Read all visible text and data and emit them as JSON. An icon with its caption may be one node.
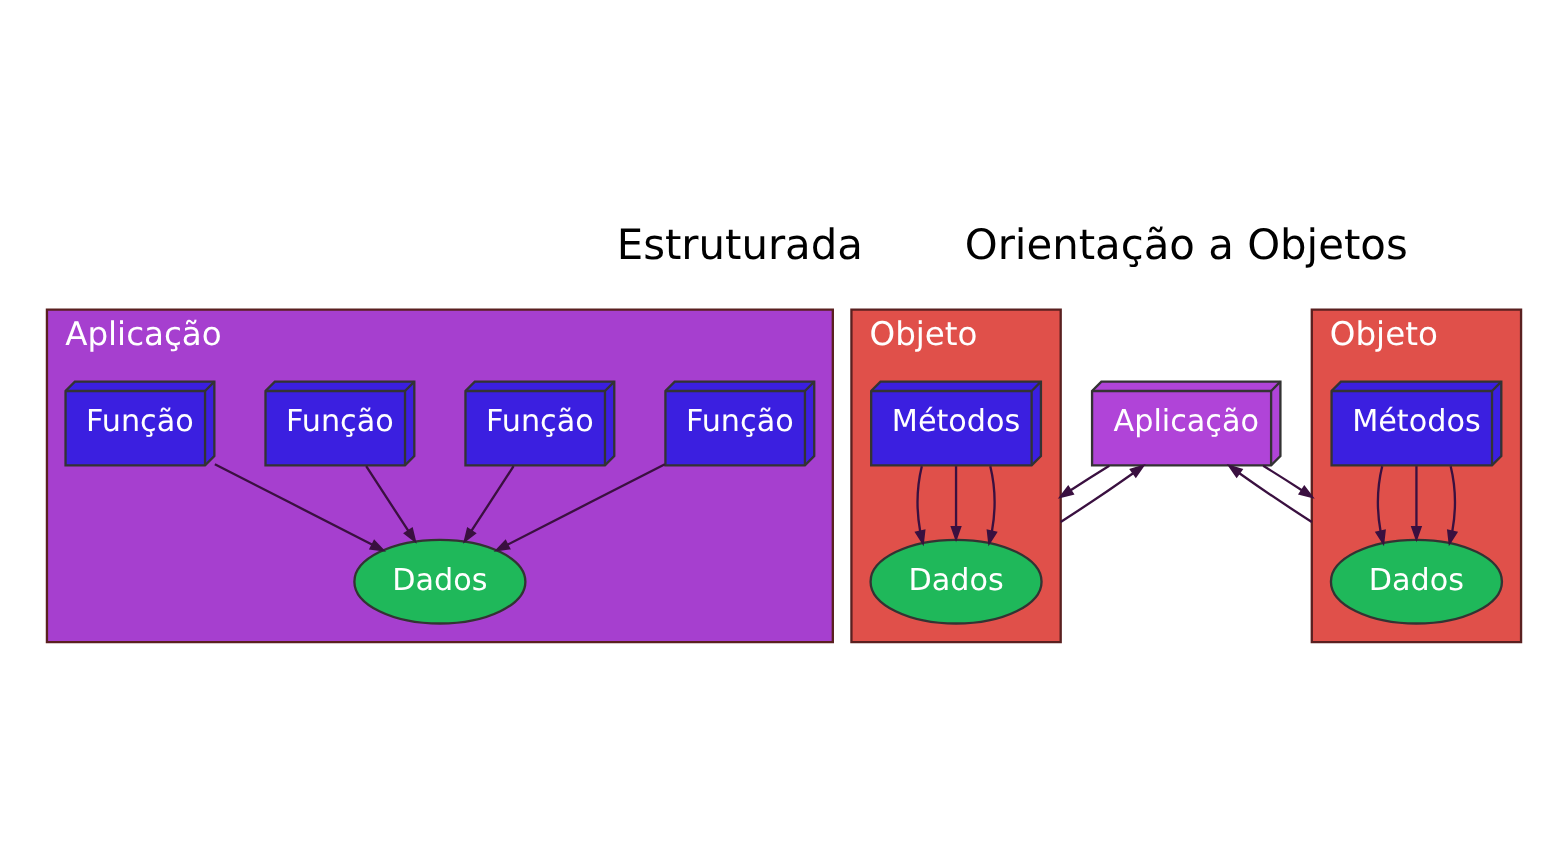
{
  "diagram": {
    "nodes": [
      {
        "text": [
          "Aplicação"
        ]
      },
      {
        "text": [
          "Função"
        ],
        "in": 0
      },
      {
        "text": [
          "Função"
        ],
        "in": 0
      },
      {
        "text": [
          "Função"
        ],
        "in": 0
      },
      {
        "text": [
          "Função"
        ],
        "in": 0
      },
      {
        "text": [
          "Dados"
        ],
        "in": 0
      },
      {
        "text": [
          "Aplicação"
        ]
      },
      {
        "text": [
          "Objeto"
        ]
      },
      {
        "text": [
          "Dados"
        ],
        "in": 7
      },
      {
        "text": [
          "Métodos"
        ],
        "in": 7
      },
      {
        "text": [
          "Objeto"
        ]
      },
      {
        "text": [
          "Dados"
        ],
        "in": 10
      },
      {
        "text": [
          "Métodos"
        ],
        "in": 10
      }
    ],
    "edges": [
      {
        "from": 1,
        "to": 5,
        "arrow": "to"
      },
      {
        "from": 2,
        "to": 5,
        "arrow": "to"
      },
      {
        "from": 3,
        "to": 5,
        "arrow": "to"
      },
      {
        "from": 4,
        "to": 5,
        "arrow": "to"
      },
      {
        "from": 6,
        "to": 7,
        "arrow": "to"
      },
      {
        "from": 7,
        "to": 6,
        "arrow": "to"
      },
      {
        "from": 10,
        "to": 6,
        "arrow": "to"
      },
      {
        "from": 6,
        "to": 10,
        "arrow": "to"
      },
      {
        "from": 9,
        "to": 8,
        "arrow": "to"
      },
      {
        "from": 9,
        "to": 8,
        "arrow": "to"
      },
      {
        "from": 9,
        "to": 8,
        "arrow": "to"
      },
      {
        "from": 12,
        "to": 11,
        "arrow": "to"
      },
      {
        "from": 12,
        "to": 11,
        "arrow": "to"
      },
      {
        "from": 12,
        "to": 11,
        "arrow": "to"
      }
    ],
    "labels": [
      "Estruturada",
      "Orientação a Objetos"
    ]
  }
}
